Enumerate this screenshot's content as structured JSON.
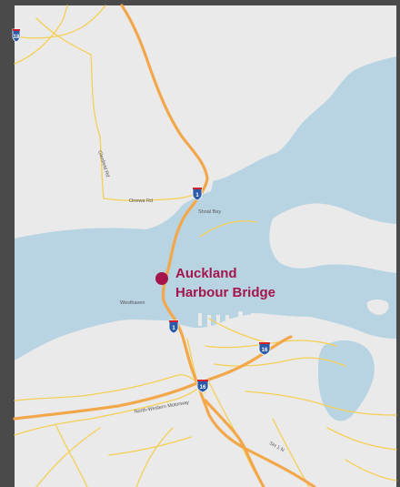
{
  "map": {
    "landmark": {
      "line1": "Auckland",
      "line2": "Harbour Bridge",
      "marker_color": "#a3154b"
    },
    "roads": {
      "onewa": "Onewa Rd",
      "glenfield": "Glenfield Rd",
      "northwestern": "North-Western Motorway",
      "sh1n": "SH 1 N"
    },
    "places": {
      "shoal_bay": "Shoal Bay",
      "westhaven": "Westhaven"
    },
    "shields": {
      "sh1_north": "1",
      "sh1_south": "1",
      "sh16_east": "16",
      "sh16_central": "16",
      "sh18": "18"
    },
    "colors": {
      "water": "#b8d4e3",
      "land": "#eaeaea",
      "motorway": "#f2a84a",
      "road": "#f5cf55",
      "shield_blue": "#2a5aa8",
      "shield_red": "#d3202f"
    }
  }
}
